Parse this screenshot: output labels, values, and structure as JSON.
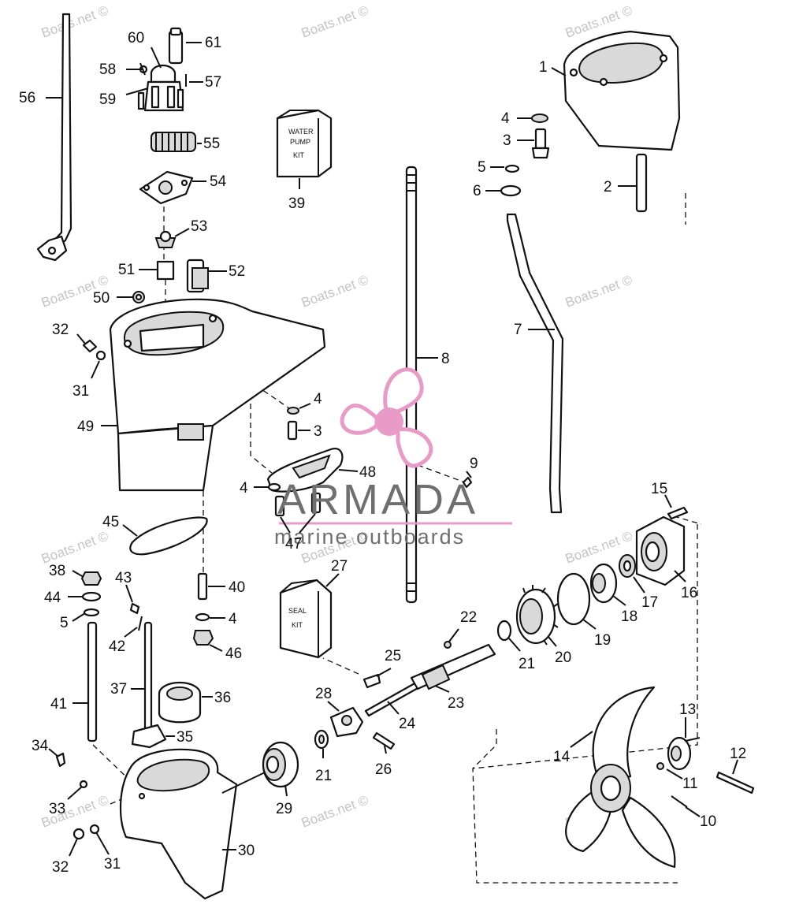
{
  "watermark": {
    "text": "Boats.net ©"
  },
  "brand": {
    "name": "ARMADA",
    "tagline": "marine outboards",
    "color_pink": "#e79bc6",
    "color_gray": "#6f6f6f"
  },
  "kits": {
    "water_pump_kit": {
      "line1": "WATER",
      "line2": "PUMP",
      "line3": "KIT"
    },
    "seal_kit": {
      "line1": "SEAL",
      "line2": "KIT"
    }
  },
  "callouts": {
    "c1": "1",
    "c2": "2",
    "c3a": "3",
    "c3b": "3",
    "c4a": "4",
    "c4b": "4",
    "c4c": "4",
    "c4d": "4",
    "c5a": "5",
    "c5b": "5",
    "c6": "6",
    "c7": "7",
    "c8": "8",
    "c9": "9",
    "c10": "10",
    "c11": "11",
    "c12": "12",
    "c13": "13",
    "c14": "14",
    "c15": "15",
    "c16": "16",
    "c17": "17",
    "c18": "18",
    "c19": "19",
    "c20": "20",
    "c21a": "21",
    "c21b": "21",
    "c22": "22",
    "c23": "23",
    "c24": "24",
    "c25": "25",
    "c26": "26",
    "c27": "27",
    "c28": "28",
    "c29": "29",
    "c30": "30",
    "c31a": "31",
    "c31b": "31",
    "c32a": "32",
    "c32b": "32",
    "c33": "33",
    "c34": "34",
    "c35": "35",
    "c36": "36",
    "c37": "37",
    "c38": "38",
    "c39": "39",
    "c40": "40",
    "c41": "41",
    "c42": "42",
    "c43": "43",
    "c44": "44",
    "c45": "45",
    "c46": "46",
    "c47": "47",
    "c48": "48",
    "c49": "49",
    "c50": "50",
    "c51": "51",
    "c52": "52",
    "c53": "53",
    "c54": "54",
    "c55": "55",
    "c56": "56",
    "c57": "57",
    "c58": "58",
    "c59": "59",
    "c60": "60",
    "c61": "61"
  }
}
